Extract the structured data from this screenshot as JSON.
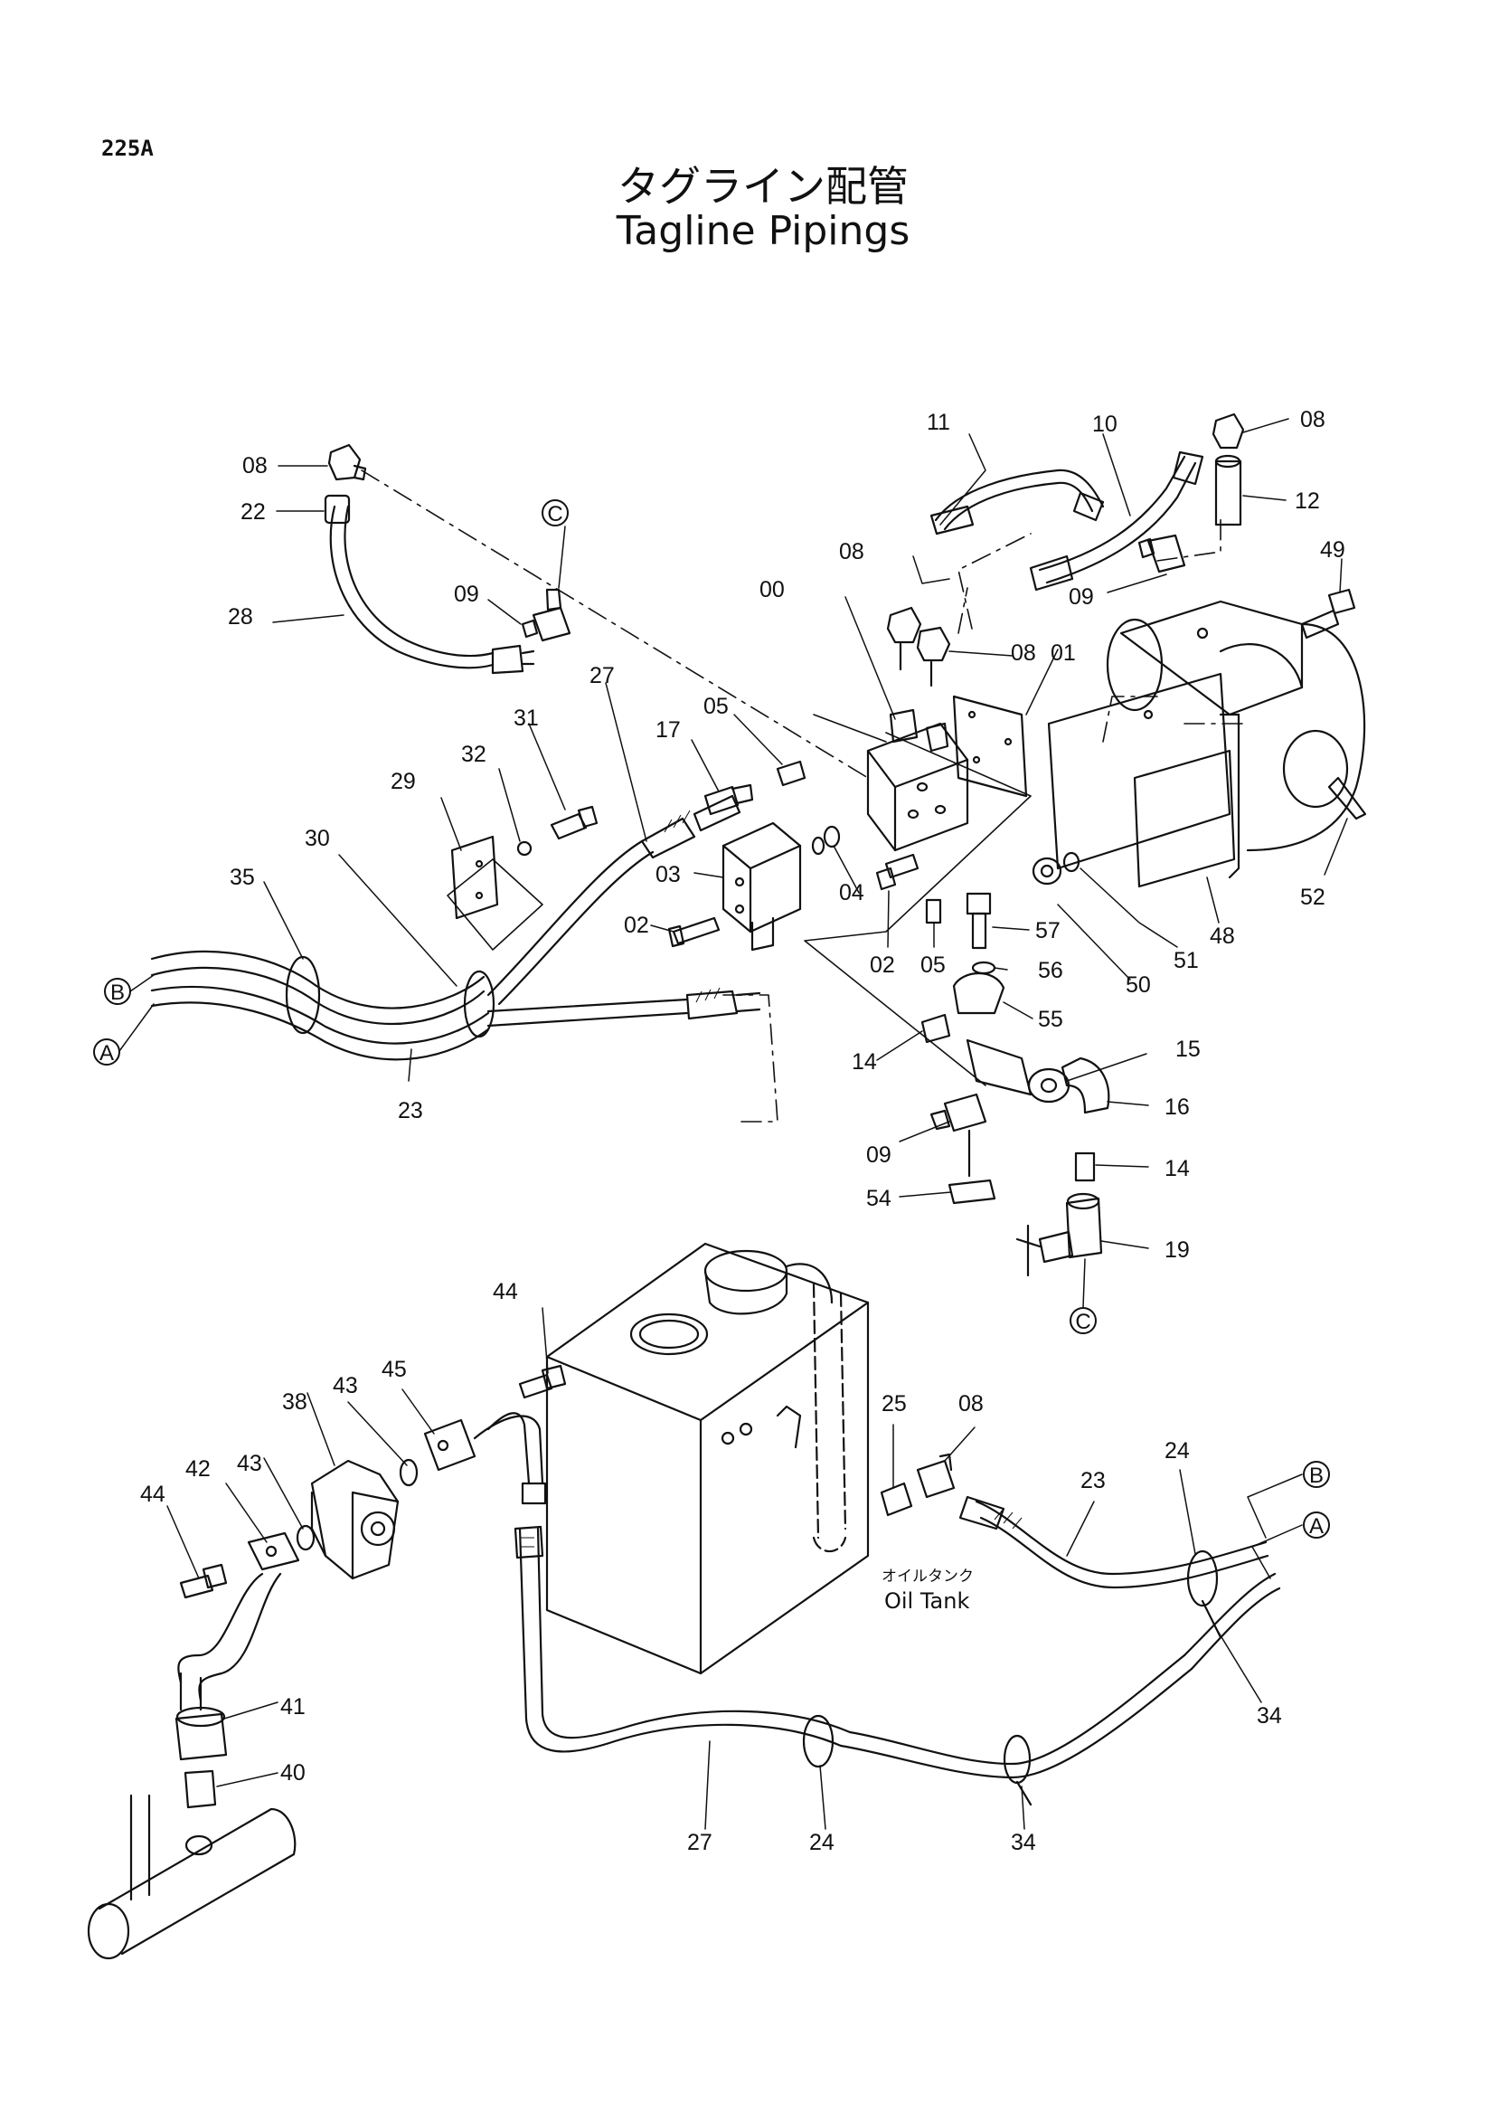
{
  "header": {
    "page_code": "225A",
    "title_jp": "タグライン配管",
    "title_en": "Tagline Pipings"
  },
  "tank": {
    "label_jp": "オイルタンク",
    "label_en": "Oil Tank"
  },
  "connectors": {
    "A": "A",
    "B": "B",
    "C": "C"
  },
  "callouts": [
    "08",
    "22",
    "28",
    "09",
    "27",
    "31",
    "32",
    "29",
    "30",
    "35",
    "23",
    "17",
    "05",
    "00",
    "03",
    "02",
    "04",
    "02",
    "05",
    "11",
    "08",
    "08",
    "10",
    "08",
    "12",
    "09",
    "01",
    "49",
    "52",
    "48",
    "51",
    "50",
    "57",
    "56",
    "55",
    "15",
    "14",
    "16",
    "09",
    "14",
    "54",
    "19",
    "44",
    "45",
    "43",
    "38",
    "42",
    "43",
    "44",
    "41",
    "40",
    "25",
    "08",
    "23",
    "24",
    "27",
    "24",
    "34",
    "34"
  ]
}
